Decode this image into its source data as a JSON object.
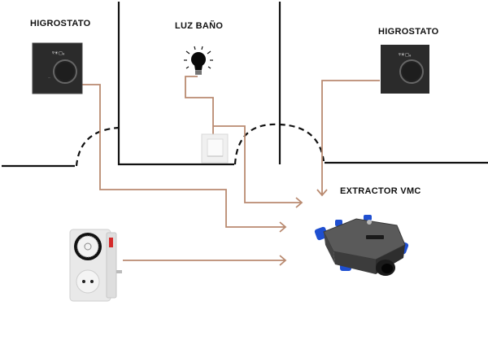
{
  "diagram": {
    "title": "Esquema conexión extractor VMC",
    "colors": {
      "wall": "#111111",
      "wire": "#b98a70",
      "device_dark": "#2b2b2b",
      "vmc_blue": "#1f4fd0"
    },
    "labels": {
      "hygrostat_left": "HIGROSTATO",
      "bathroom_light": "LUZ BAÑO",
      "hygrostat_right": "HIGROSTATO",
      "extractor": "EXTRACTOR VMC"
    },
    "devices": [
      {
        "id": "hygrostat-left",
        "type": "hygrostat",
        "icon": "hygrostat-icon"
      },
      {
        "id": "light-bulb",
        "type": "light",
        "icon": "light-bulb-icon"
      },
      {
        "id": "light-switch",
        "type": "switch",
        "icon": "light-switch-icon"
      },
      {
        "id": "hygrostat-right",
        "type": "hygrostat",
        "icon": "hygrostat-icon"
      },
      {
        "id": "timer-plug",
        "type": "timer",
        "icon": "timer-plug-icon"
      },
      {
        "id": "extractor-vmc",
        "type": "extractor",
        "icon": "vmc-extractor-icon"
      }
    ],
    "connections": [
      {
        "from": "hygrostat-left",
        "to": "extractor-vmc"
      },
      {
        "from": "light-switch",
        "to": "extractor-vmc"
      },
      {
        "from": "hygrostat-right",
        "to": "extractor-vmc"
      },
      {
        "from": "timer-plug",
        "to": "extractor-vmc"
      }
    ]
  }
}
